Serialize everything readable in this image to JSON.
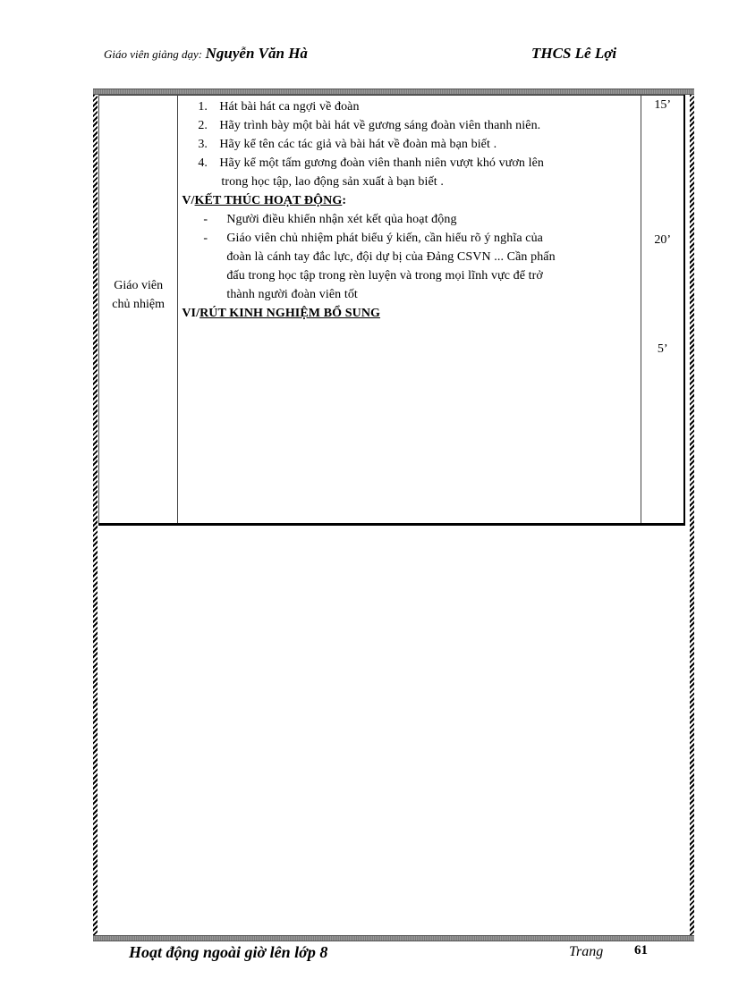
{
  "header": {
    "teacher_label": "Giáo viên giảng dạy:",
    "teacher_name": "Nguyễn Văn Hà",
    "school": "THCS Lê Lợi"
  },
  "table": {
    "role": "Giáo viên chủ nhiệm",
    "role_lines": [
      "Giáo viên",
      "chủ nhiệm"
    ],
    "numbered_items": [
      {
        "n": "1.",
        "text": "Hát bài hát ca ngợi về đoàn"
      },
      {
        "n": "2.",
        "text": "Hãy trình bày một bài hát về gương sáng đoàn viên thanh niên."
      },
      {
        "n": "3.",
        "text": "Hãy kể tên các tác giả và bài hát về đoàn mà bạn biết ."
      },
      {
        "n": "4.",
        "text": "Hãy kể một tấm gương đoàn viên thanh niên vượt khó vươn lên",
        "continuation": "trong học tập, lao động sản xuất à bạn biết ."
      }
    ],
    "section_v": {
      "prefix": "V/",
      "title": "KẾT THÚC HOẠT ĐỘNG",
      "suffix": ":",
      "items": [
        {
          "marker": "-",
          "text": "Người điều khiển nhận xét kết qủa hoạt động"
        },
        {
          "marker": "-",
          "text": "Giáo viên chủ nhiệm phát biểu ý kiến, cần hiểu rõ ý nghĩa của",
          "continuation": [
            "đoàn là cánh tay đắc lực, đội dự bị của Đảng CSVN ... Cần phấn",
            "đấu trong học tập trong rèn luyện và  trong mọi lĩnh vực để trở",
            "thành người đoàn viên tốt"
          ]
        }
      ]
    },
    "section_vi": {
      "prefix": "VI/",
      "title": "RÚT KINH NGHIỆM BỔ SUNG"
    },
    "times": [
      "15’",
      "20’",
      "5’"
    ]
  },
  "footer": {
    "title": "Hoạt động ngoài giờ lên lớp 8",
    "page_label": "Trang",
    "page_number": "61"
  }
}
